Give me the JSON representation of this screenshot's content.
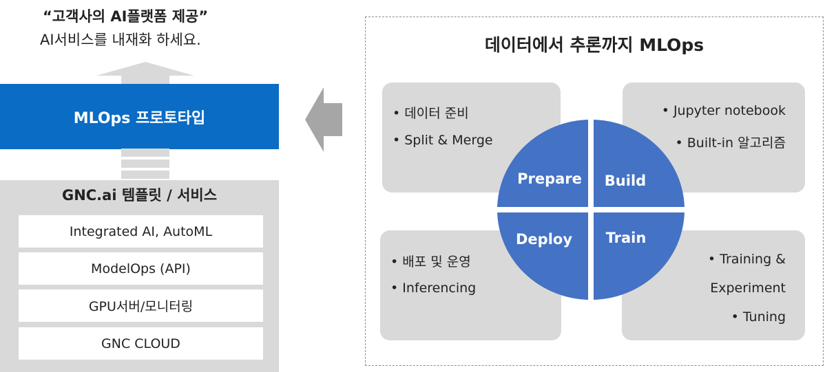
{
  "left": {
    "quote_title": "“고객사의 AI플랫폼 제공”",
    "quote_subtitle": "AI서비스를 내재화 하세요.",
    "prototype_label": "MLOps 프로토타입",
    "template_title": "GNC.ai 템플릿 / 서비스",
    "template_items": [
      "Integrated AI, AutoML",
      "ModelOps (API)",
      "GPU서버/모니터링",
      "GNC CLOUD"
    ]
  },
  "right": {
    "title": "데이터에서 추론까지 MLOps",
    "prepare": {
      "label": "Prepare",
      "bullets": [
        "데이터 준비",
        "Split & Merge"
      ]
    },
    "build": {
      "label": "Build",
      "bullets": [
        "Jupyter notebook",
        "Built-in 알고리즘"
      ]
    },
    "deploy": {
      "label": "Deploy",
      "bullets": [
        "배포 및 운영",
        "Inferencing"
      ]
    },
    "train": {
      "label": "Train",
      "bullets": [
        "Training &",
        "Experiment",
        "Tuning"
      ]
    }
  },
  "colors": {
    "accent_blue": "#0a6cc4",
    "circle_blue": "#4472c4",
    "panel_gray": "#d9d9d9",
    "arrow_gray": "#a6a6a6"
  }
}
